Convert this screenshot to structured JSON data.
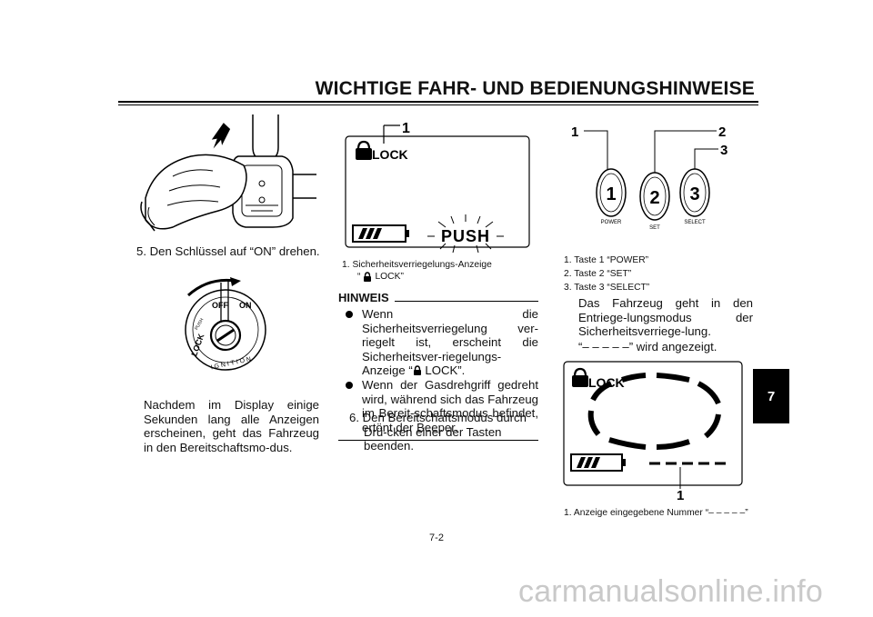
{
  "header": {
    "title": "WICHTIGE FAHR- UND BEDIENUNGSHINWEISE"
  },
  "col1": {
    "step5": "5. Den Schlüssel auf “ON” drehen.",
    "ignition_labels": {
      "on": "ON",
      "off": "OFF",
      "lock": "LOCK",
      "push": "PUSH",
      "ignition": "IGNITION"
    },
    "para": "Nachdem im Display einige Sekunden lang alle Anzeigen erscheinen, geht das Fahrzeug in den Bereitschaftsmo-dus."
  },
  "col2": {
    "display": {
      "callout": "1",
      "lock": "LOCK",
      "push": "PUSH"
    },
    "caption_line1": "1.  Sicherheitsverriegelungs-Anzeige",
    "caption_quote_open": "“",
    "caption_lock": "LOCK”",
    "hinweis_label": "HINWEIS",
    "bullet1_a": "Wenn die Sicherheitsverriegelung ver-riegelt ist, erscheint die Sicherheitsver-riegelungs-Anzeige “",
    "bullet1_b": " LOCK”.",
    "bullet2": "Wenn der Gasdrehgriff gedreht wird, während sich das Fahrzeug im Bereit-schaftsmodus befindet, ertönt der Beeper.",
    "step6": "6. Den Bereitschaftsmodus durch Drü-cken einer der Tasten beenden."
  },
  "col3": {
    "buttons": {
      "callouts": [
        "1",
        "2",
        "3"
      ],
      "digits": [
        "1",
        "2",
        "3"
      ],
      "labels": [
        "POWER",
        "SET",
        "SELECT"
      ]
    },
    "captions": [
      "1.  Taste 1 “POWER”",
      "2.  Taste 2 “SET”",
      "3.  Taste 3 “SELECT”"
    ],
    "para": "Das Fahrzeug geht in den Entriege-lungsmodus der Sicherheitsverriege-lung.",
    "para2": "“– – – – –” wird angezeigt.",
    "display2": {
      "lock": "LOCK",
      "callout": "1"
    },
    "caption_bottom": "1.  Anzeige eingegebene Nummer “– – – – –”"
  },
  "sidebar": {
    "chapter": "7"
  },
  "footer": {
    "page": "7-2",
    "watermark": "carmanualsonline.info"
  }
}
